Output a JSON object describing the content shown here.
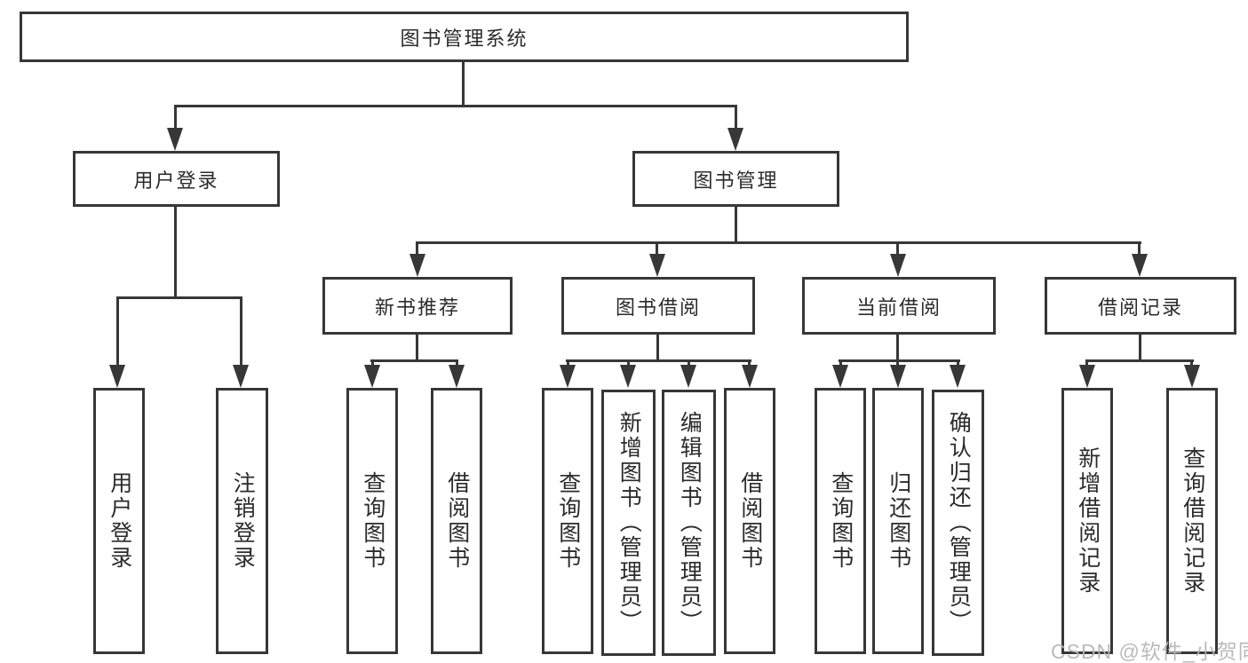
{
  "colors": {
    "background": "#ffffff",
    "line": "#373737",
    "text": "#2b2b2b",
    "watermark": "#b5b5b5"
  },
  "diagram": {
    "root": {
      "label": "图书管理系统"
    },
    "branches": {
      "user_login": {
        "label": "用户登录"
      },
      "book_management": {
        "label": "图书管理"
      }
    },
    "modules": {
      "new_book_recommend": {
        "label": "新书推荐"
      },
      "book_borrow": {
        "label": "图书借阅"
      },
      "current_borrow": {
        "label": "当前借阅"
      },
      "borrow_record": {
        "label": "借阅记录"
      }
    },
    "leaves": {
      "user_login": {
        "label": "用户登录"
      },
      "logout": {
        "label": "注销登录"
      },
      "nbr_query_book": {
        "label": "查询图书"
      },
      "nbr_borrow_book": {
        "label": "借阅图书"
      },
      "bb_query_book": {
        "label": "查询图书"
      },
      "bb_add_book": {
        "label": "新增图书（管理员）"
      },
      "bb_edit_book": {
        "label": "编辑图书（管理员）"
      },
      "bb_borrow_book": {
        "label": "借阅图书"
      },
      "cb_query_book": {
        "label": "查询图书"
      },
      "cb_return_book": {
        "label": "归还图书"
      },
      "cb_confirm_return": {
        "label": "确认归还（管理员）"
      },
      "br_add_record": {
        "label": "新增借阅记录"
      },
      "br_query_record": {
        "label": "查询借阅记录"
      }
    }
  },
  "watermark": {
    "text": "CSDN @软件_小贺同学"
  }
}
